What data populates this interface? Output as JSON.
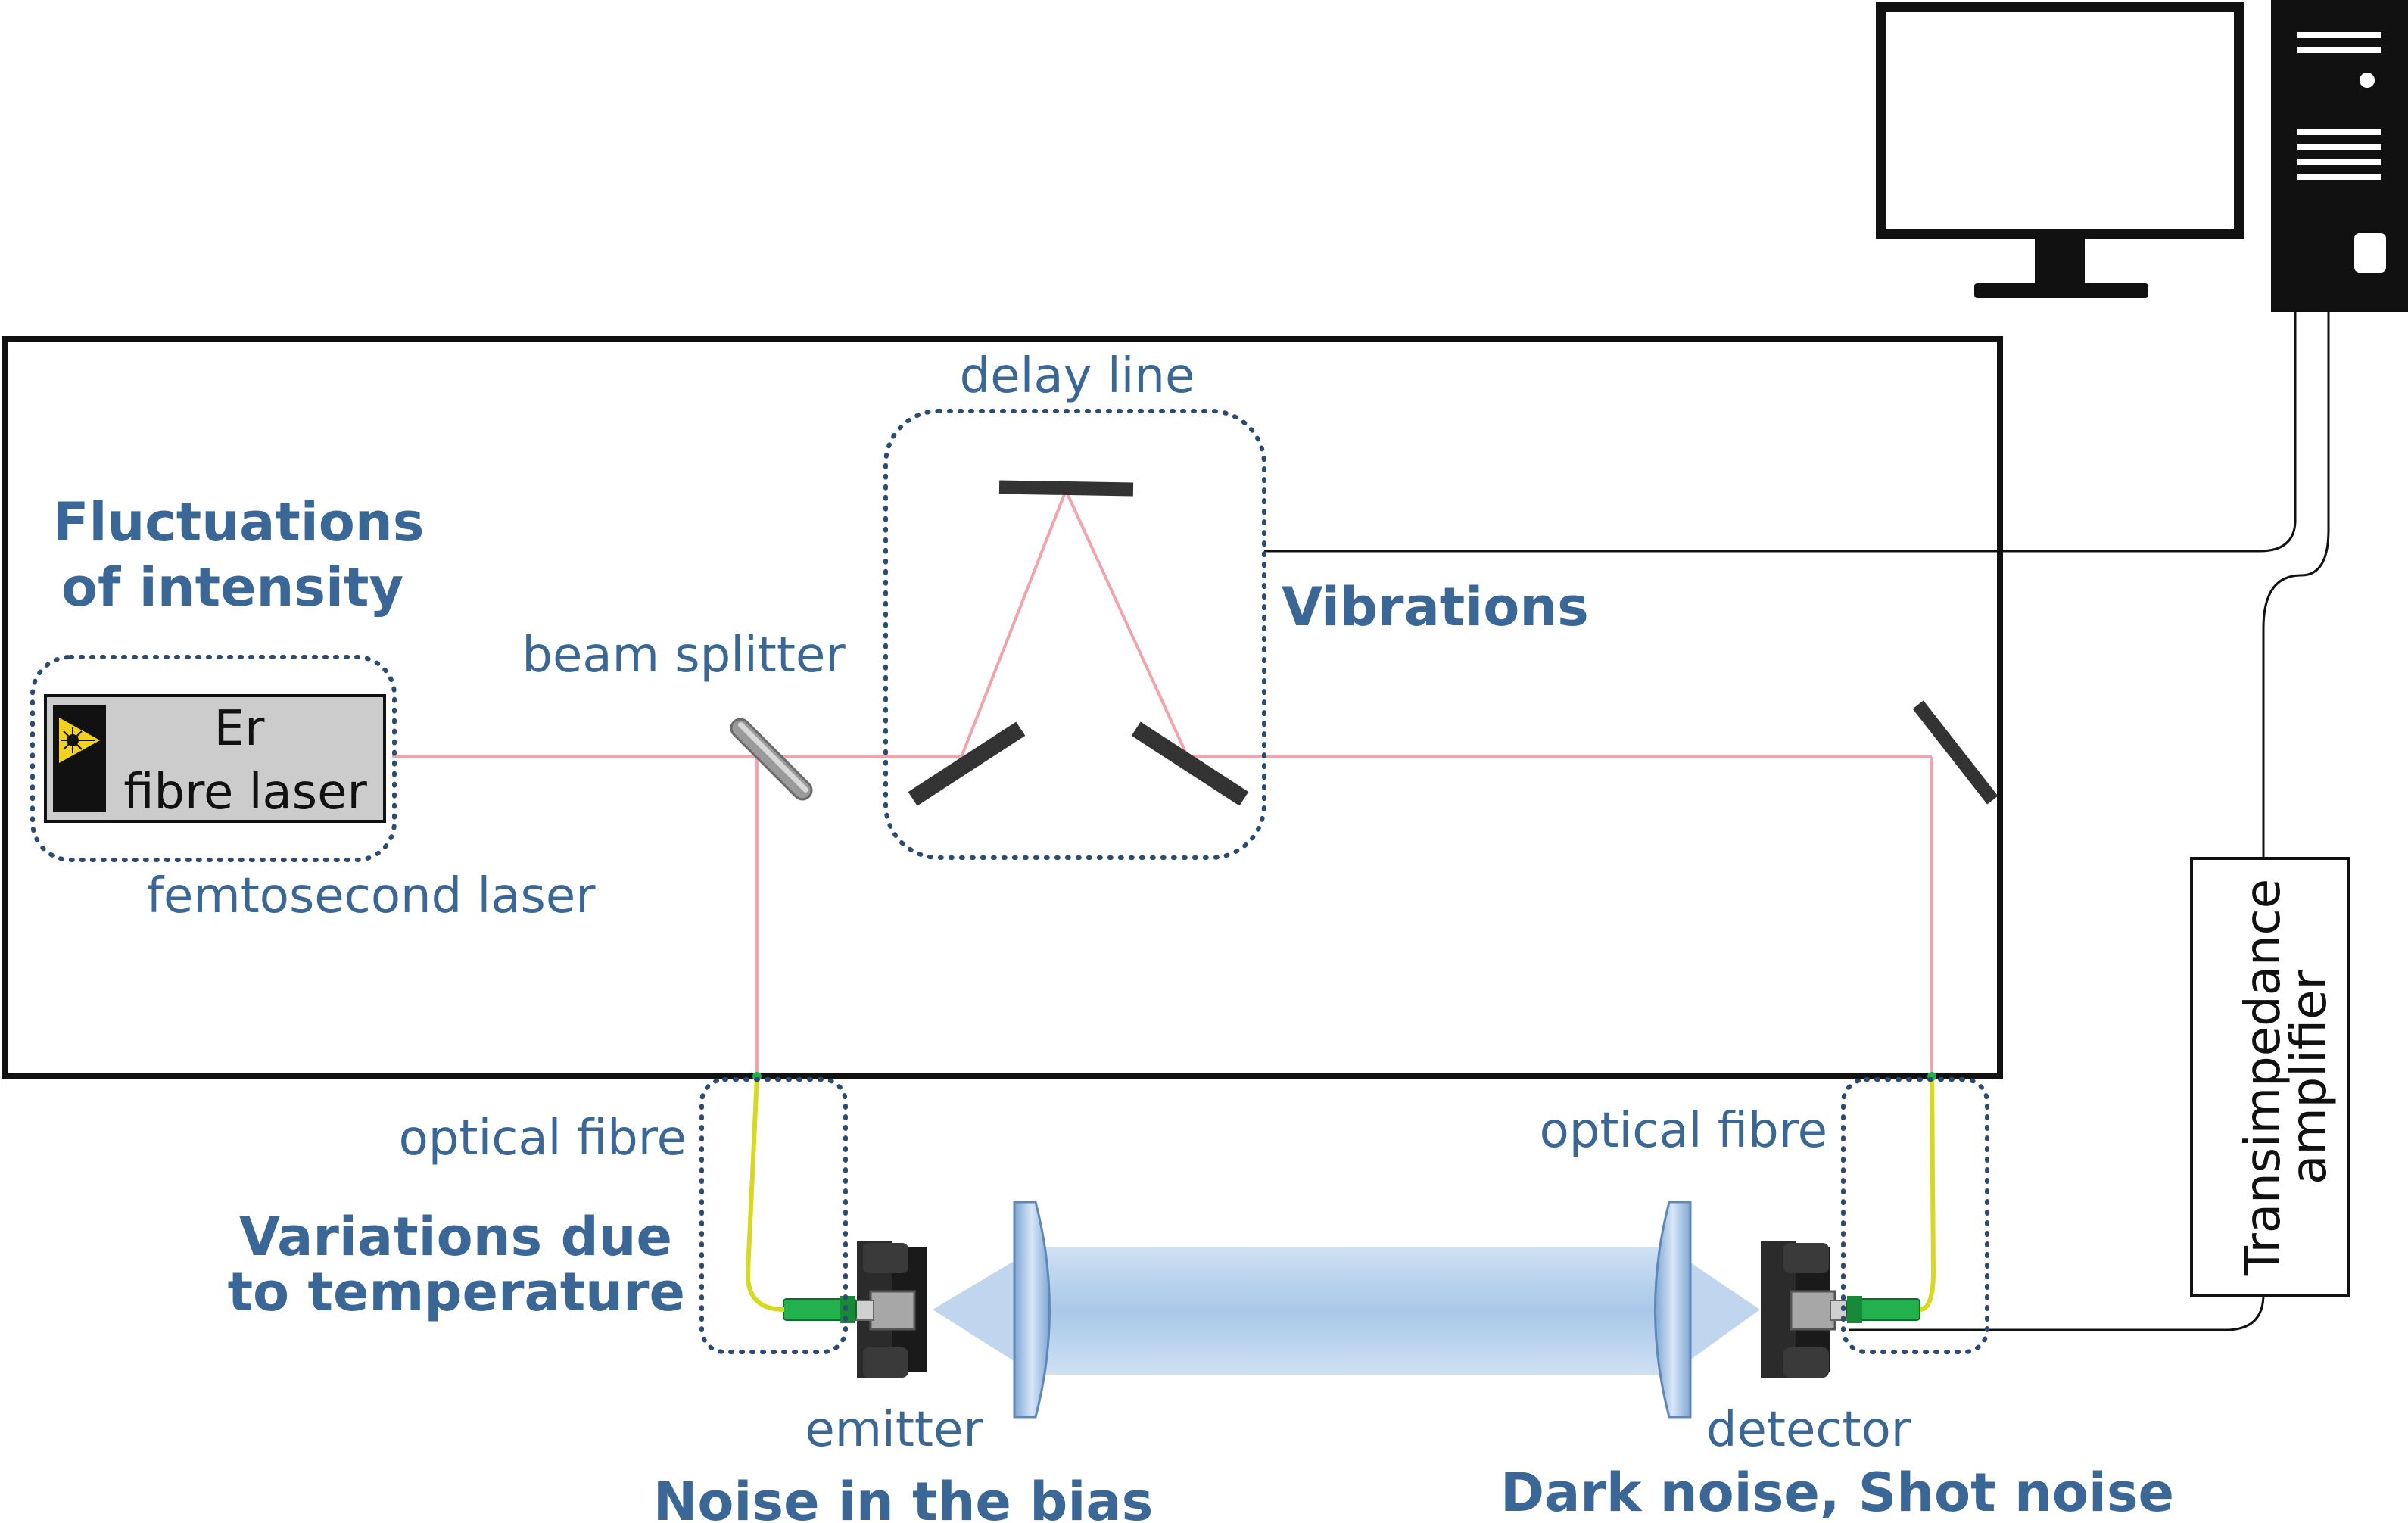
{
  "labels": {
    "delay_line": "delay line",
    "beam_splitter": "beam splitter",
    "laser_line1": "Er",
    "laser_line2": "fibre laser",
    "femtosecond_laser": "femtosecond laser",
    "optical_fibre_left": "optical fibre",
    "optical_fibre_right": "optical fibre",
    "emitter": "emitter",
    "detector": "detector",
    "amplifier_line1": "Transimpedance",
    "amplifier_line2": "amplifier"
  },
  "noise_labels": {
    "intensity_line1": "Fluctuations",
    "intensity_line2": "of intensity",
    "vibrations": "Vibrations",
    "temperature_line1": "Variations due",
    "temperature_line2": "to temperature",
    "bias": "Noise in the bias",
    "detector_noise": "Dark noise, Shot noise"
  },
  "colors": {
    "label_text": "#3a6796",
    "laser_beam": "#f2a4ac",
    "terahertz_beam": "#a8c7e6",
    "fibre": "#d8d820",
    "connector": "#22b14c"
  },
  "icons": {
    "monitor": "monitor-icon",
    "computer_tower": "computer-tower-icon",
    "laser_warning": "laser-warning-icon"
  }
}
